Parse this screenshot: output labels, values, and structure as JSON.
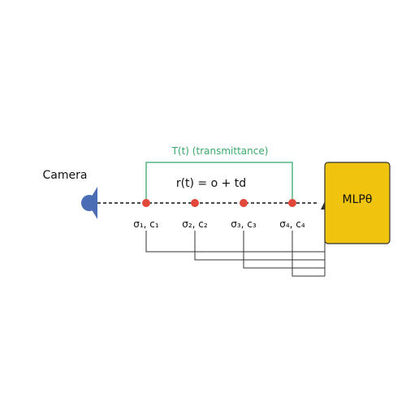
{
  "diagram": {
    "camera_label": "Camera",
    "ray_equation": "r(t) = o + td",
    "transmittance_label": "T(t) (transmittance)",
    "mlp_label": "MLPθ",
    "samples": [
      {
        "label": "σ₁, c₁"
      },
      {
        "label": "σ₂, c₂"
      },
      {
        "label": "σ₃, c₃"
      },
      {
        "label": "σ₄, c₄"
      }
    ]
  },
  "colors": {
    "camera": "#4a6db5",
    "sample_point": "#e0493a",
    "transmittance": "#3aa86b",
    "mlp_fill": "#f0c30f",
    "line": "#333333"
  }
}
